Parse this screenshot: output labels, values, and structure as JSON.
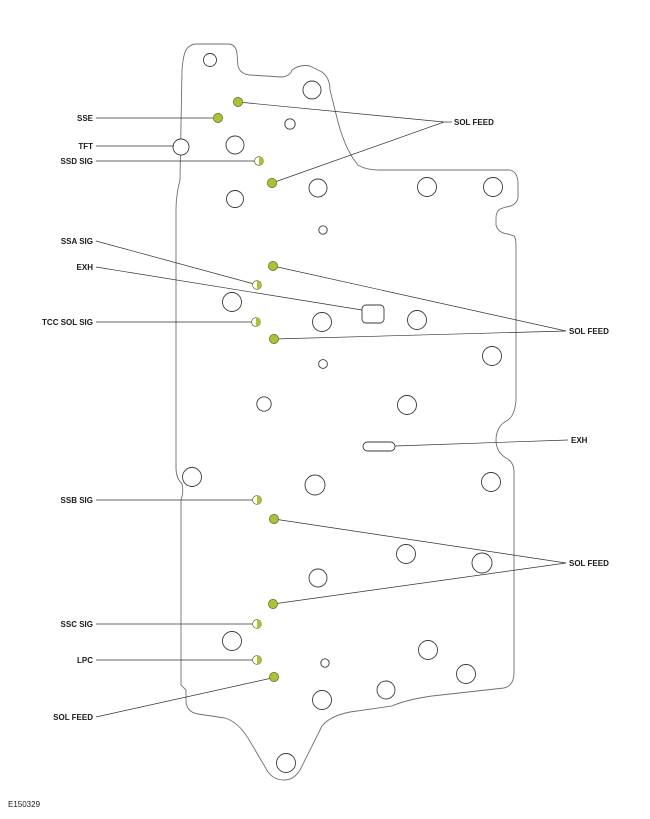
{
  "colors": {
    "port_fill": "#a9c23a",
    "sensor": "#111111"
  },
  "labels": {
    "sse": "SSE",
    "tft": "TFT",
    "ssd_sig": "SSD SIG",
    "ssa_sig": "SSA SIG",
    "exh_left": "EXH",
    "tcc_sol_sig": "TCC SOL SIG",
    "ssb_sig": "SSB SIG",
    "ssc_sig": "SSC SIG",
    "lpc": "LPC",
    "sol_feed_bottom_left": "SOL FEED",
    "sol_feed_1": "SOL FEED",
    "sol_feed_2": "SOL FEED",
    "sol_feed_3": "SOL FEED",
    "exh_right": "EXH"
  },
  "figure_id": "E150329"
}
